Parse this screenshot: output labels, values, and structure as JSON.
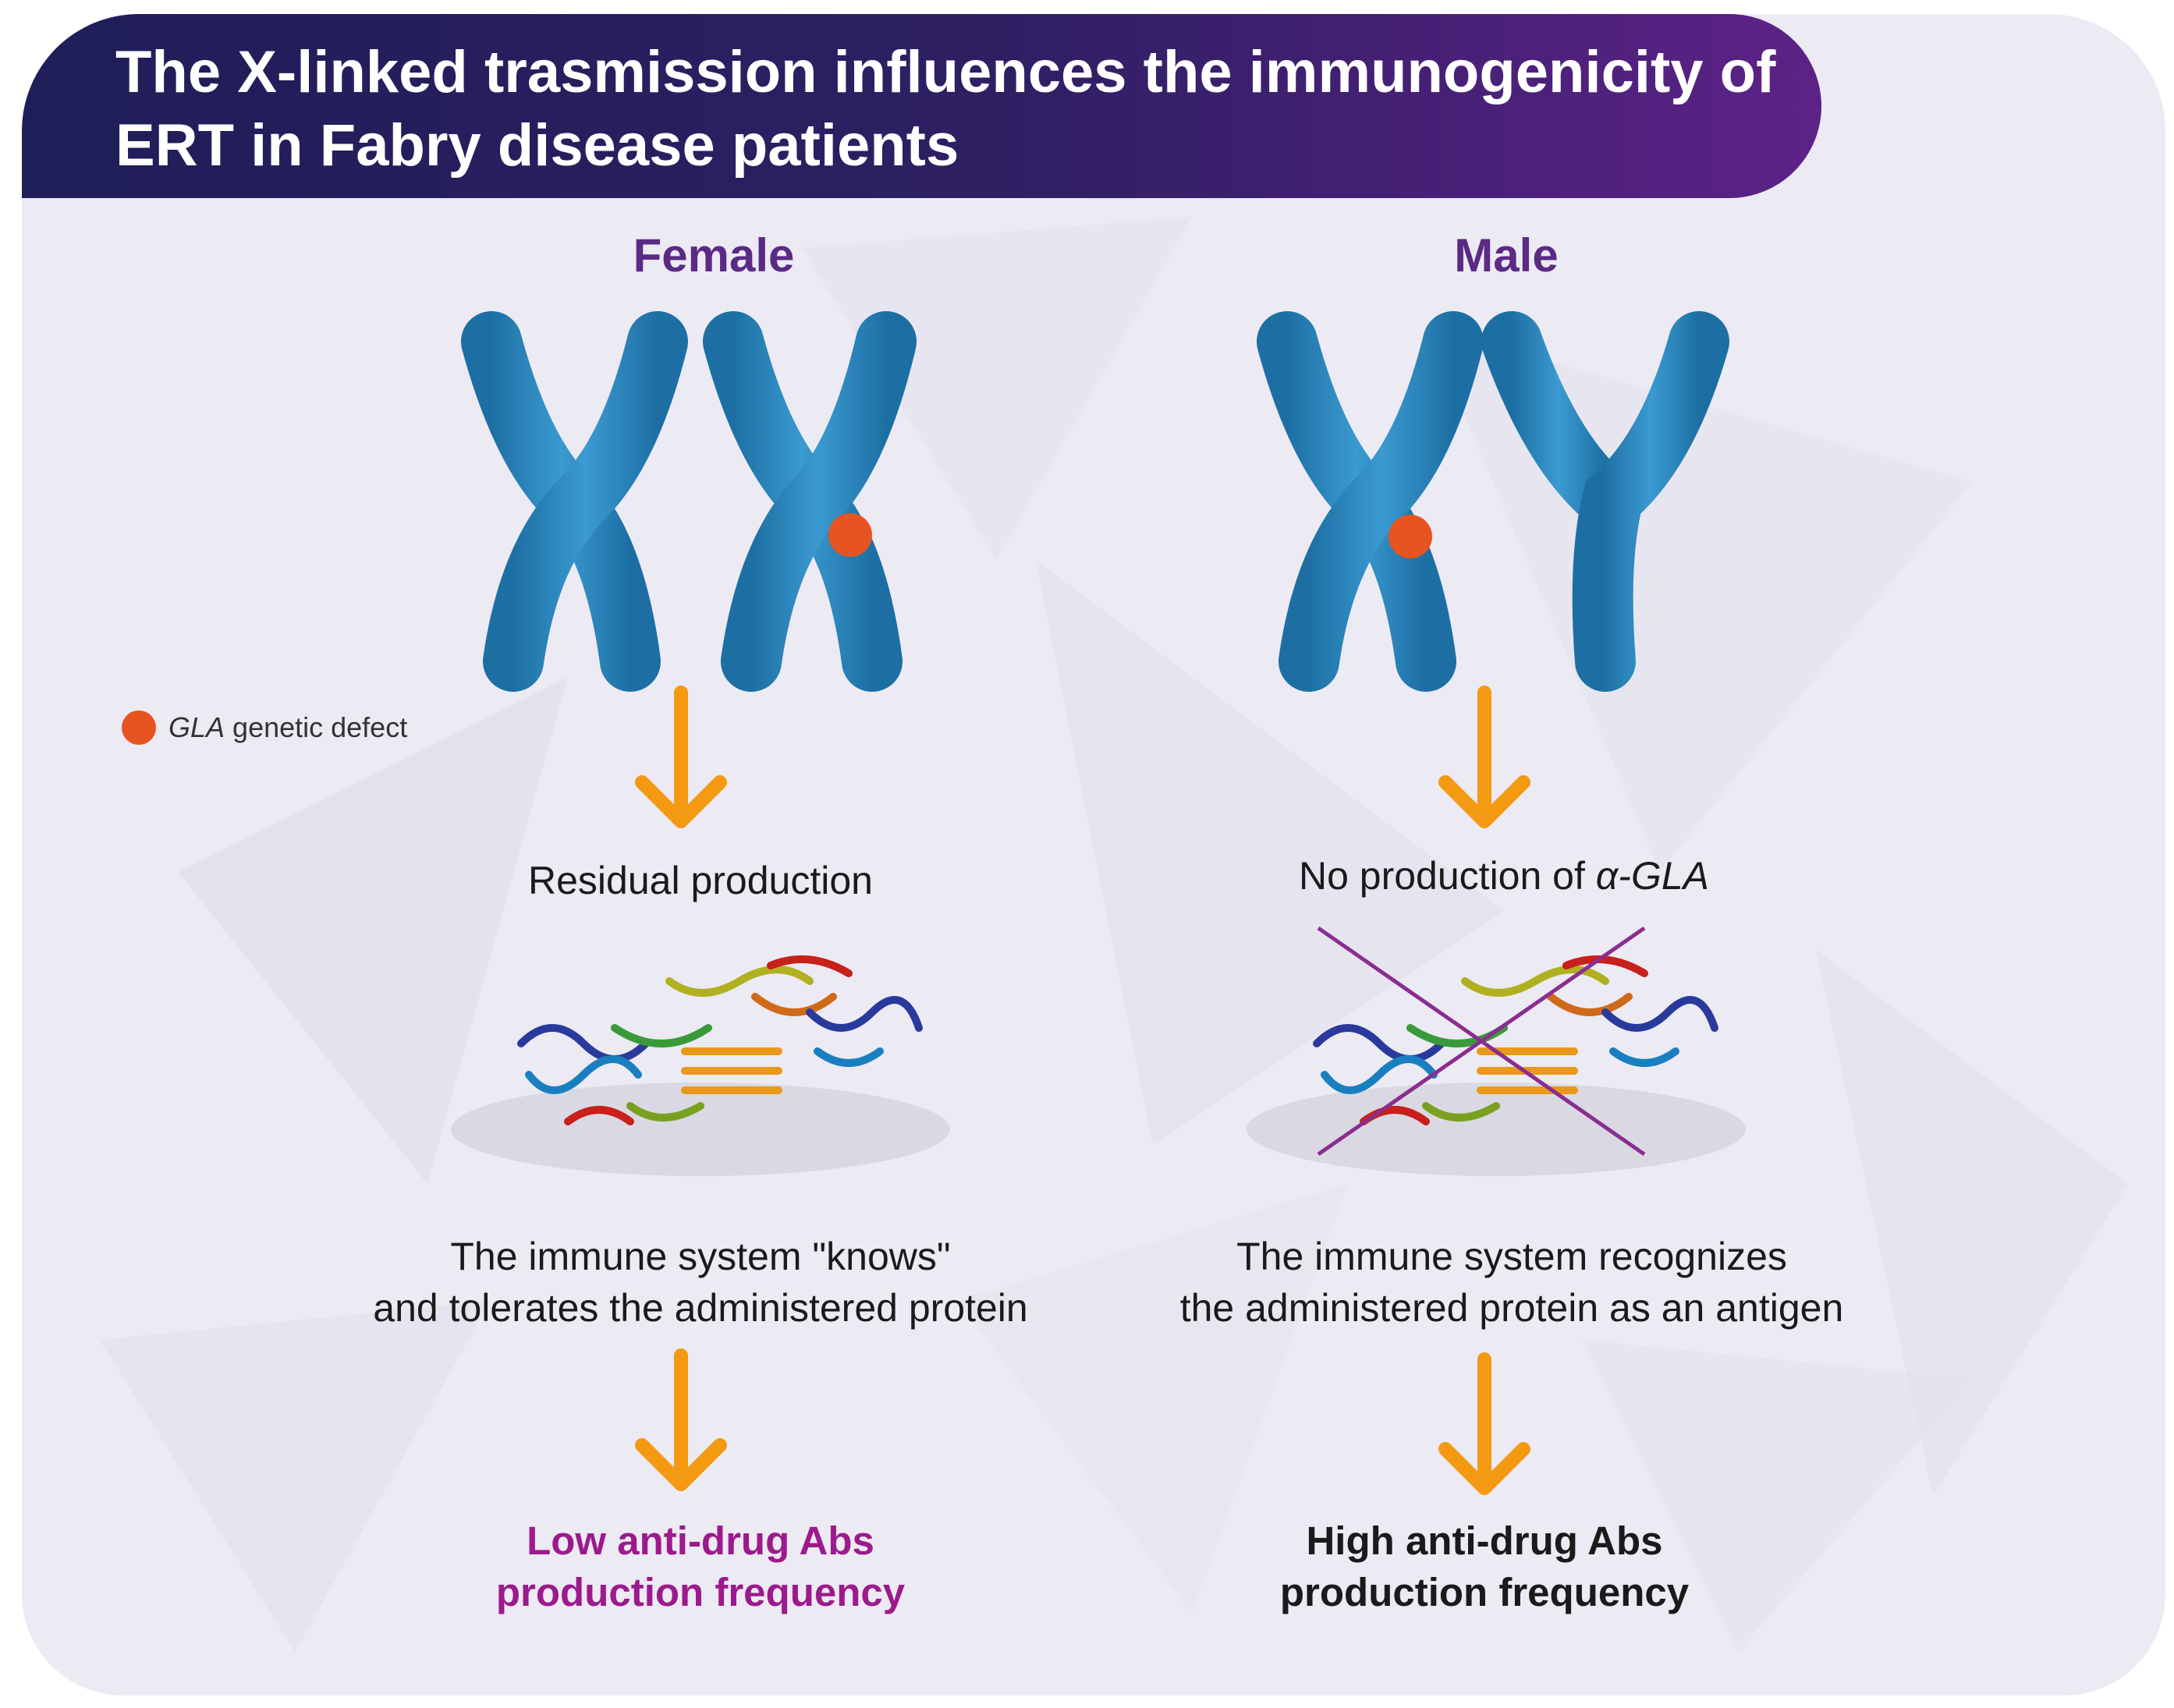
{
  "title": "The X-linked trasmission influences the immunogenicity of ERT in Fabry disease patients",
  "legend": {
    "gene": "GLA",
    "text": " genetic defect"
  },
  "female": {
    "label": "Female",
    "production": "Residual production",
    "immune_line1": "The immune system \"knows\"",
    "immune_line2": "and tolerates the administered protein",
    "result_line1": "Low anti-drug Abs",
    "result_line2": "production frequency"
  },
  "male": {
    "label": "Male",
    "production_prefix": "No production of ",
    "production_gene": "α-GLA",
    "immune_line1": "The immune system recognizes",
    "immune_line2": "the administered protein as an antigen",
    "result_line1": "High anti-drug Abs",
    "result_line2": "production frequency"
  },
  "colors": {
    "header_start": "#1f1e58",
    "header_end": "#5d2287",
    "chromosome": "#2a85bd",
    "defect": "#e8541f",
    "arrow": "#f39a12",
    "label_purple": "#5b2a85",
    "low_result": "#9c1a8c",
    "cross": "#8a2d8f"
  },
  "icons": [
    "chromosome-x",
    "chromosome-y",
    "protein-structure",
    "down-arrow",
    "cross-out"
  ]
}
